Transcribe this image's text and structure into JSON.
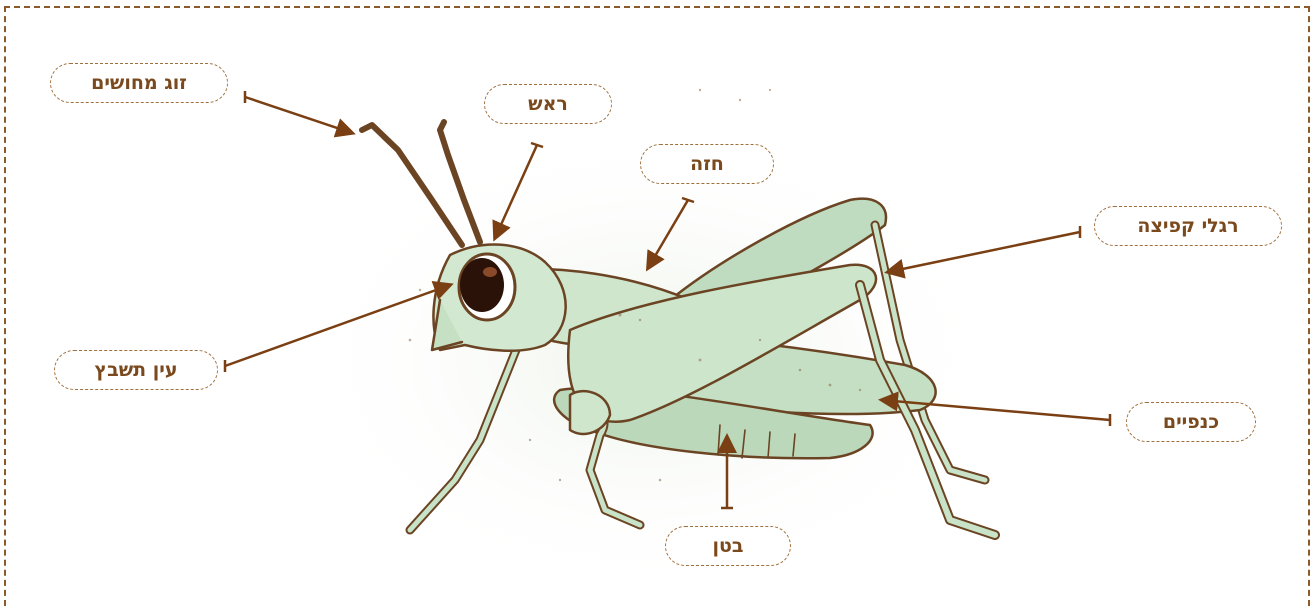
{
  "labels": {
    "antennae": "זוג מחושים",
    "head": "ראש",
    "thorax": "חזה",
    "jumping_legs": "רגלי קפיצה",
    "compound_eye": "עין תשבץ",
    "wings": "כנפיים",
    "abdomen": "בטן"
  },
  "colors": {
    "border": "#8b5a2b",
    "label_text": "#7a4a1e",
    "arrow": "#7a3f12",
    "body_fill": "#c9e3c8",
    "outline": "#6b4423"
  }
}
